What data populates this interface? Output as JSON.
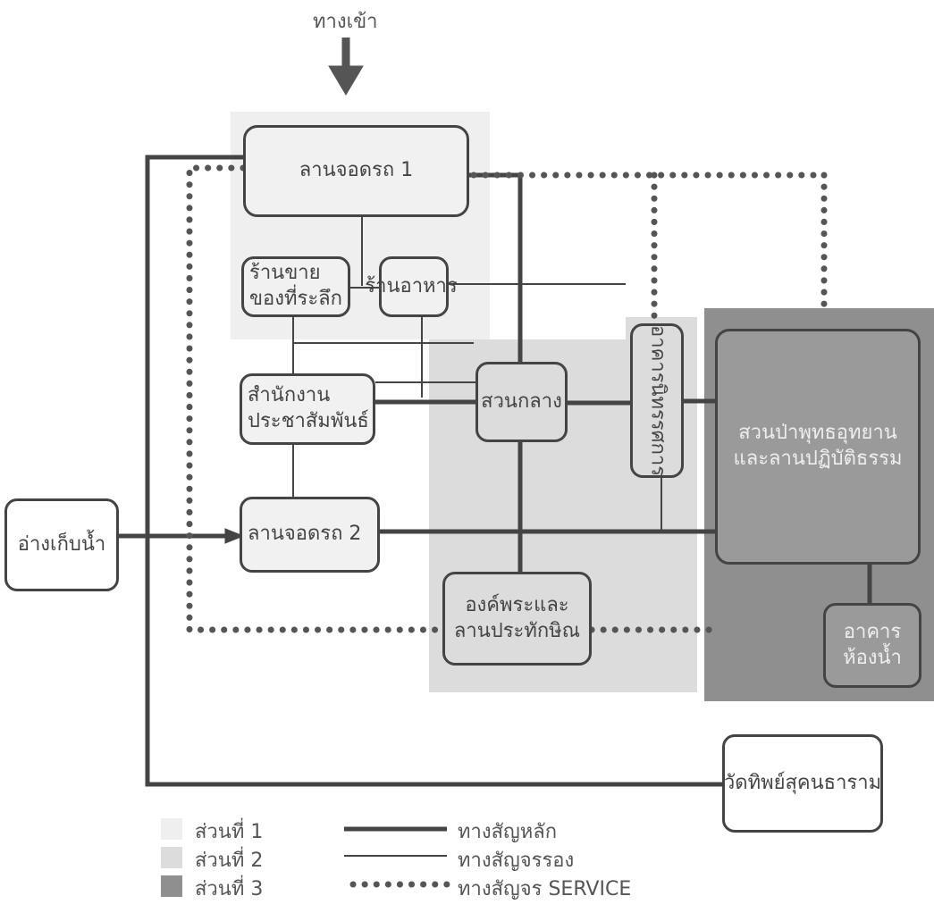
{
  "entrance": "ทางเข้า",
  "nodes": {
    "parking1": "ลานจอดรถ 1",
    "souvenir": [
      "ร้านขาย",
      "ของที่ระลึก"
    ],
    "restaurant": "ร้านอาหาร",
    "pr_office": [
      "สำนักงาน",
      "ประชาสัมพันธ์"
    ],
    "central_garden": "สวนกลาง",
    "exhibition": "อาคารนิทรรศการ",
    "buddha_forest": [
      "สวนป่าพุทธอุทยาน",
      "และลานปฏิบัติธรรม"
    ],
    "reservoir": "อ่างเก็บน้ำ",
    "parking2": "ลานจอดรถ 2",
    "buddha_statue": [
      "องค์พระและ",
      "ลานประทักษิณ"
    ],
    "restroom": [
      "อาคาร",
      "ห้องน้ำ"
    ],
    "temple": "วัดทิพย์สุคนธาราม"
  },
  "legend": {
    "zones": [
      "ส่วนที่ 1",
      "ส่วนที่ 2",
      "ส่วนที่ 3"
    ],
    "lines": [
      "ทางสัญหลัก",
      "ทางสัญจรรอง",
      "ทางสัญจร SERVICE"
    ]
  },
  "colors": {
    "zone1": "#efefef",
    "zone2": "#dcdcdc",
    "zone3": "#8f8f8f",
    "line": "#444444",
    "service": "#555555"
  }
}
